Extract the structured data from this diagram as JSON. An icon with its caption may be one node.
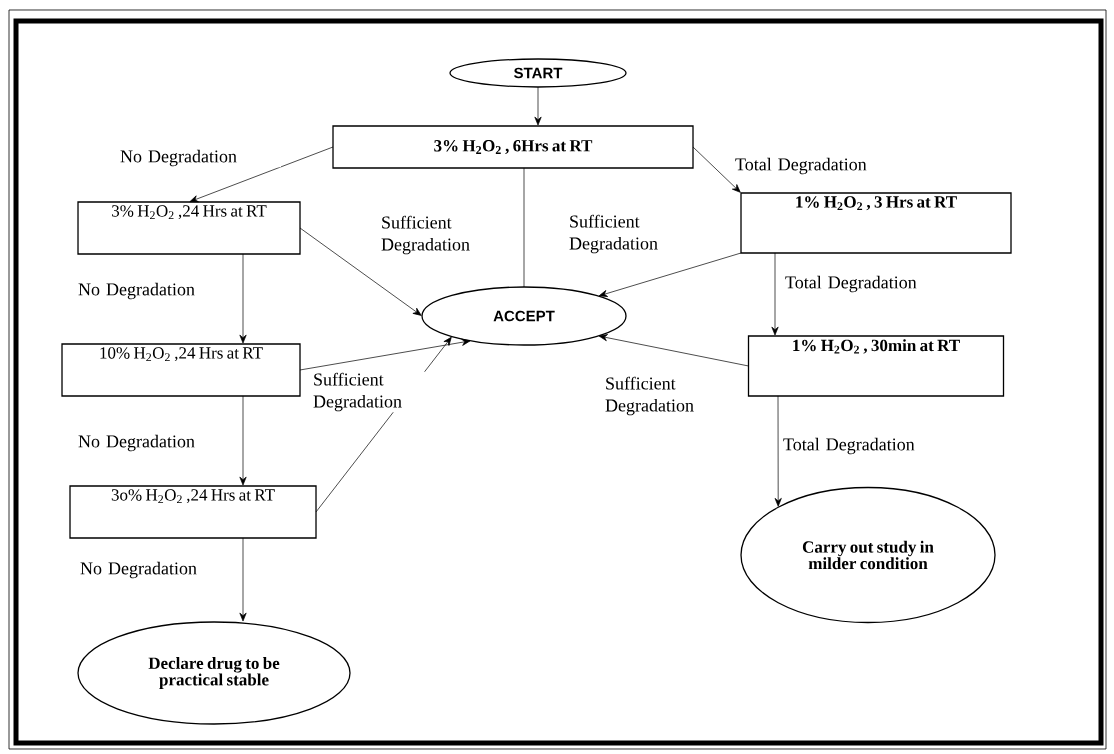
{
  "diagram": {
    "nodes": [
      {
        "text": [
          "START"
        ]
      },
      {
        "text": [
          "3% H$_{2}$O$_{2}$ , 6Hrs at RT"
        ]
      },
      {
        "text": [
          "3% H$_{2}$O$_{2}$ ,24 Hrs at RT"
        ]
      },
      {
        "text": [
          "ACCEPT"
        ]
      },
      {
        "text": [
          "1% H$_{2}$O$_{2}$ , 3 Hrs at RT"
        ]
      },
      {
        "text": [
          "10% H$_{2}$O$_{2}$ ,24 Hrs at RT"
        ]
      },
      {
        "text": [
          "1% H$_{2}$O$_{2}$ , 30min at RT"
        ]
      },
      {
        "text": [
          "3o% H$_{2}$O$_{2}$ ,24 Hrs at RT"
        ]
      },
      {
        "text": [
          "Declare drug to be practical stable"
        ]
      },
      {
        "text": [
          "Carry out study in milder condition"
        ]
      }
    ],
    "edges": [
      {
        "from": 0,
        "to": 1,
        "arrow": "to"
      },
      {
        "from": 1,
        "to": 2,
        "arrow": "to",
        "label": "No Degradation"
      },
      {
        "from": 1,
        "to": 3,
        "arrow": "none",
        "label": "Sufficient Degradation"
      },
      {
        "from": 1,
        "to": 4,
        "arrow": "to",
        "label": "Total Degradation"
      },
      {
        "from": 2,
        "to": 3,
        "arrow": "to"
      },
      {
        "from": 2,
        "to": 5,
        "arrow": "to",
        "label": "No Degradation"
      },
      {
        "from": 5,
        "to": 3,
        "arrow": "to",
        "label": "Sufficient Degradation"
      },
      {
        "from": 5,
        "to": 7,
        "arrow": "to",
        "label": "No Degradation"
      },
      {
        "from": 7,
        "to": 3,
        "arrow": "to"
      },
      {
        "from": 7,
        "to": 8,
        "arrow": "to",
        "label": "No Degradation"
      },
      {
        "from": 4,
        "to": 6,
        "arrow": "to",
        "label": "Total Degradation"
      },
      {
        "from": 4,
        "to": 3,
        "arrow": "to",
        "label": "Sufficient Degradation"
      },
      {
        "from": 6,
        "to": 3,
        "arrow": "to",
        "label": "Sufficient Degradation"
      },
      {
        "from": 6,
        "to": 9,
        "arrow": "to",
        "label": "Total Degradation"
      }
    ]
  }
}
